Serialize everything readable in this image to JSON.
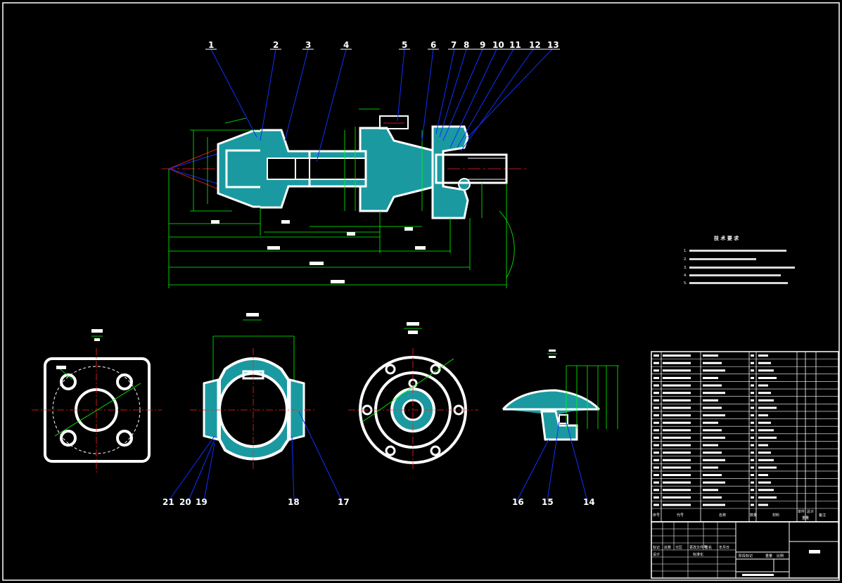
{
  "balloons_top": [
    "1",
    "2",
    "3",
    "4",
    "5",
    "6",
    "7",
    "8",
    "9",
    "10",
    "11",
    "12",
    "13"
  ],
  "balloons_bottom": [
    "21",
    "20",
    "19",
    "18",
    "17",
    "16",
    "15",
    "14"
  ],
  "notes": {
    "title": "技 术 要 求",
    "lines": [
      "1.",
      "2.",
      "3.",
      "4.",
      "5."
    ]
  },
  "bom": {
    "header": {
      "index": "序号",
      "code": "代号",
      "name": "名称",
      "qty": "数量",
      "material": "材料",
      "weight_single": "单件",
      "weight_total": "总计",
      "weight_label": "重量",
      "remark": "备注"
    },
    "row_count": 21
  },
  "title_block": {
    "labels": [
      "标记",
      "处数",
      "分区",
      "更改文件号",
      "签名",
      "年月日"
    ],
    "stage_labels": [
      "阶段标记",
      "重量",
      "比例"
    ],
    "design": "设计",
    "standardize": "标准化"
  },
  "colors": {
    "outline": "#ffffff",
    "dimension": "#00ff00",
    "leader": "#1030ff",
    "centerline": "#ff2020",
    "section_fill": "#1a9aa0"
  }
}
